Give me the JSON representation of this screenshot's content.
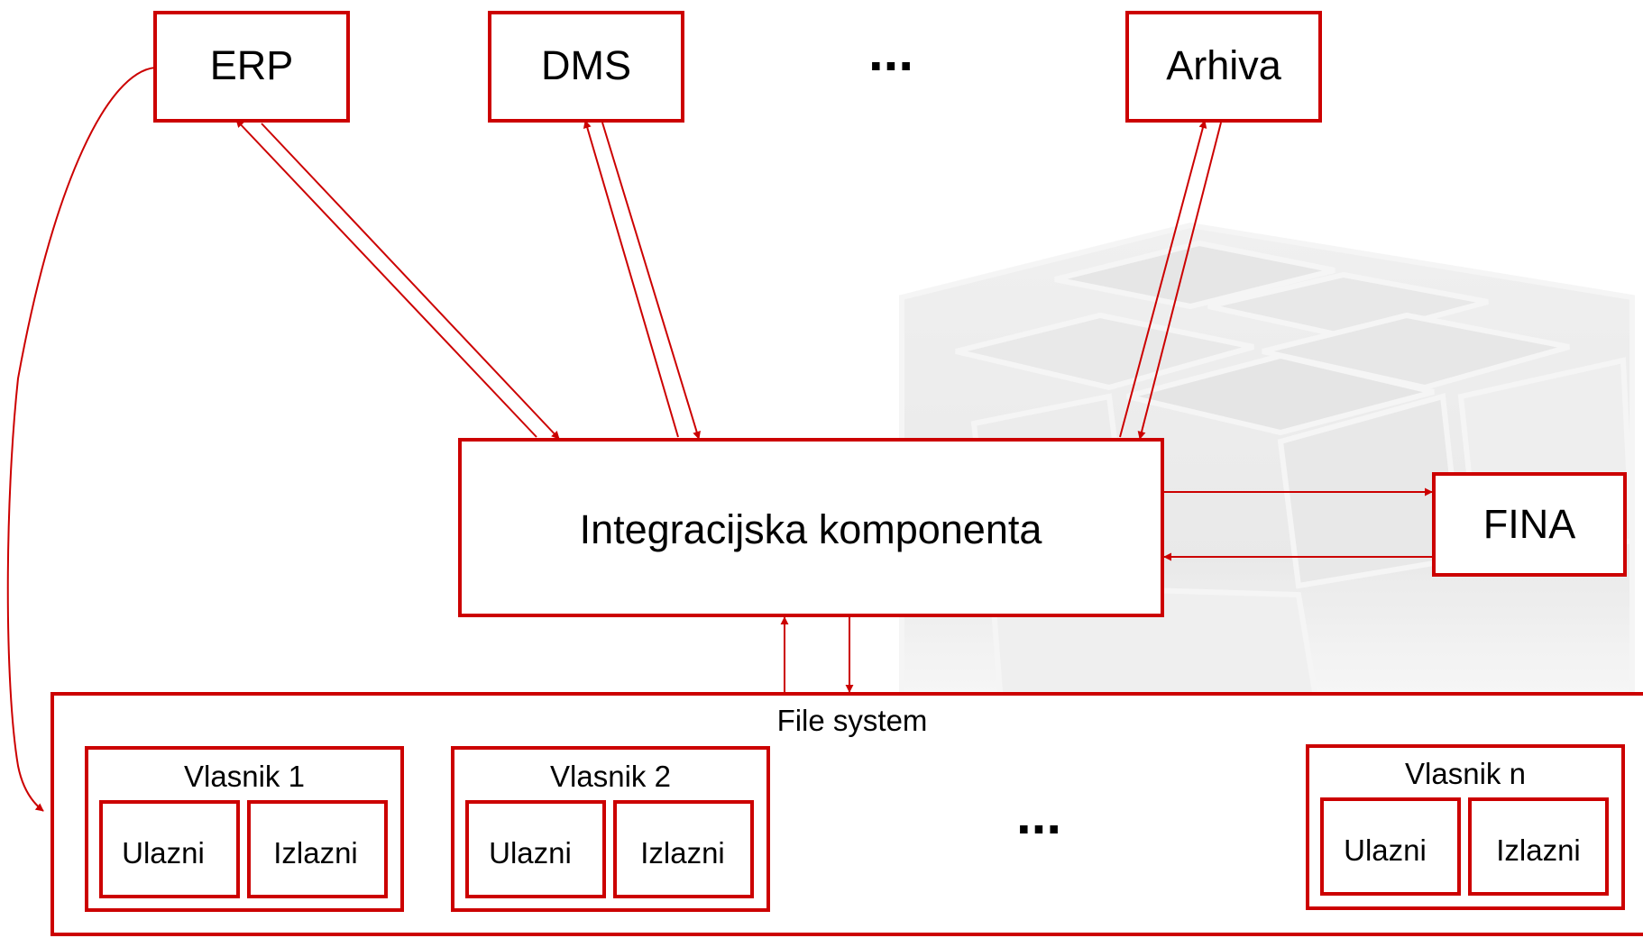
{
  "colors": {
    "accent": "#cc0000",
    "background": "#ffffff",
    "text": "#000000",
    "watermark": "#ebebeb"
  },
  "nodes": {
    "erp": "ERP",
    "dms": "DMS",
    "ellipsis_top": "...",
    "arhiva": "Arhiva",
    "integration": "Integracijska komponenta",
    "fina": "FINA",
    "file_system": "File system",
    "owners": [
      {
        "title": "Vlasnik 1",
        "in": "Ulazni",
        "out": "Izlazni"
      },
      {
        "title": "Vlasnik 2",
        "in": "Ulazni",
        "out": "Izlazni"
      },
      {
        "title": "Vlasnik n",
        "in": "Ulazni",
        "out": "Izlazni"
      }
    ],
    "ellipsis_bottom": "..."
  },
  "watermark_icon": "cube-icon"
}
